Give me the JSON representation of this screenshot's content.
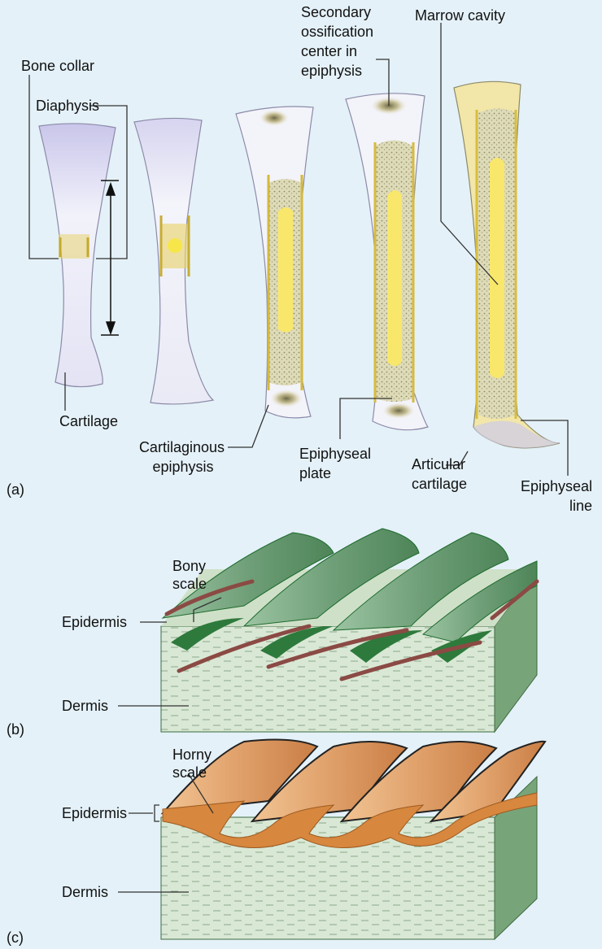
{
  "panel_a": {
    "tag": "(a)",
    "labels": {
      "bone_collar": "Bone collar",
      "diaphysis": "Diaphysis",
      "secondary_ossification": [
        "Secondary",
        "ossification",
        "center in",
        "epiphysis"
      ],
      "marrow_cavity": "Marrow cavity",
      "cartilage": "Cartilage",
      "cartilaginous_epiphysis": [
        "Cartilaginous",
        "epiphysis"
      ],
      "epiphyseal_plate": [
        "Epiphyseal",
        "plate"
      ],
      "articular_cartilage": [
        "Articular",
        "cartilage"
      ],
      "epiphyseal_line": [
        "Epiphyseal",
        "line"
      ]
    }
  },
  "panel_b": {
    "tag": "(b)",
    "labels": {
      "bony_scale": [
        "Bony",
        "scale"
      ],
      "epidermis": "Epidermis",
      "dermis": "Dermis"
    }
  },
  "panel_c": {
    "tag": "(c)",
    "labels": {
      "horny_scale": [
        "Horny",
        "scale"
      ],
      "epidermis": "Epidermis",
      "dermis": "Dermis"
    }
  },
  "colors": {
    "background": "#e4f1f8",
    "cartilage": "#dcdcf2",
    "bone": "#f0e08a",
    "marrow": "#f8e86a",
    "bony_scale": "#7fae88",
    "bony_scale_edge": "#1e6b2e",
    "bone_tissue": "#8b4a44",
    "horny_scale": "#e6a76e",
    "dermis": "#d6e6d2",
    "dermis_side": "#78a47a"
  }
}
